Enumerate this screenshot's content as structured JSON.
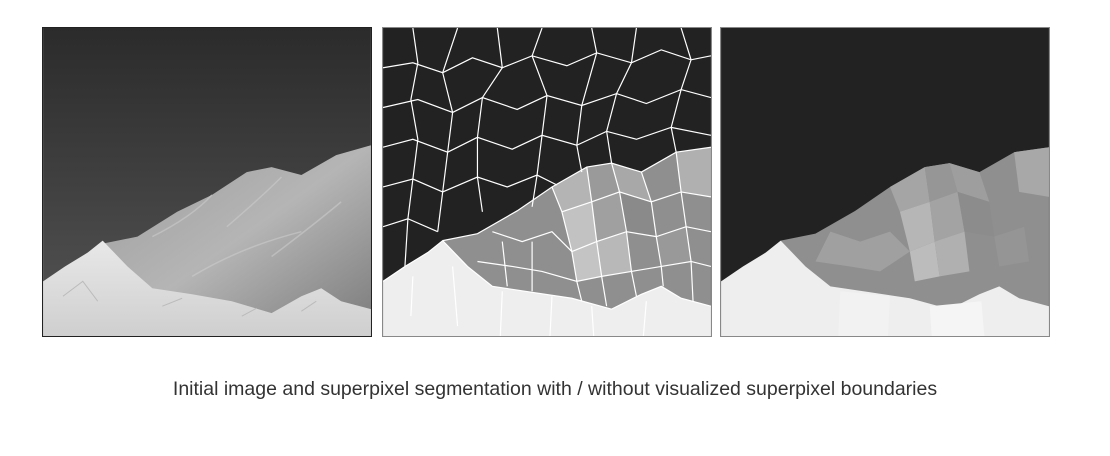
{
  "figure": {
    "caption": "Initial image and superpixel segmentation with / without visualized superpixel boundaries",
    "panels": [
      {
        "id": "initial-image",
        "description_icon": "mountain-photo"
      },
      {
        "id": "superpixels-with-boundaries",
        "description_icon": "superpixel-boundaries"
      },
      {
        "id": "superpixels-without-boundaries",
        "description_icon": "superpixel-regions"
      }
    ],
    "colors": {
      "sky_photo": "#3a3a3a",
      "sky_segment": "#222222",
      "slope_gray": "#8f8f8f",
      "snow_light": "#eeeeee",
      "boundary": "#ffffff"
    }
  }
}
